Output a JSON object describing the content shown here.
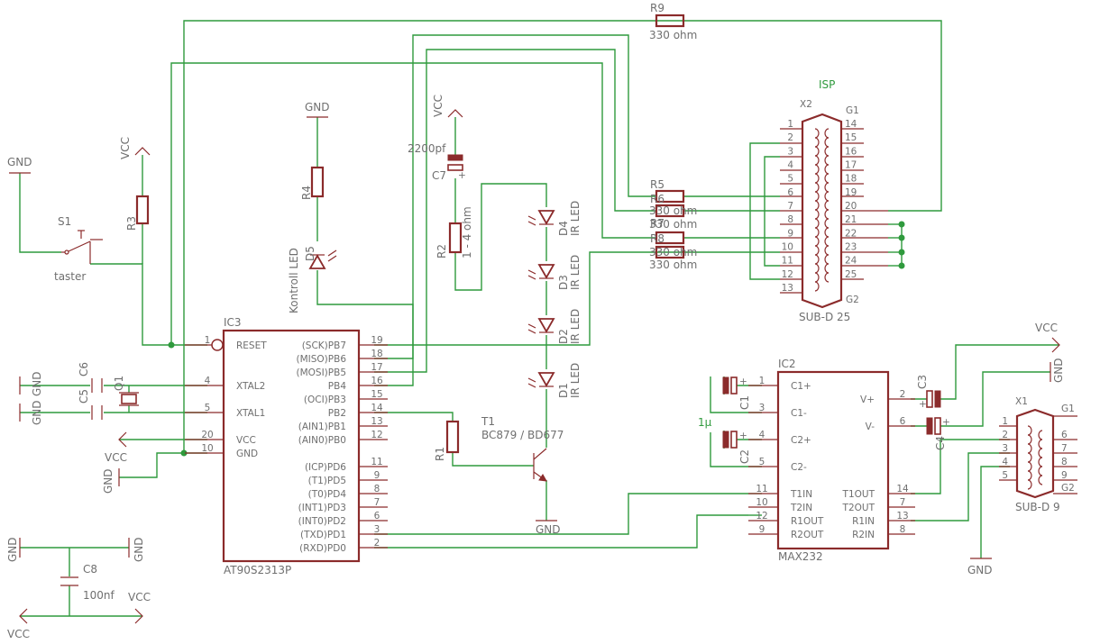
{
  "nets": {
    "gnd": "GND",
    "vcc": "VCC"
  },
  "ic3": {
    "ref": "IC3",
    "value": "AT90S2313P",
    "pins": [
      {
        "num": "1",
        "name": "RESET"
      },
      {
        "num": "4",
        "name": "XTAL2"
      },
      {
        "num": "5",
        "name": "XTAL1"
      },
      {
        "num": "20",
        "name": "VCC"
      },
      {
        "num": "10",
        "name": "GND"
      },
      {
        "num": "19",
        "name": "(SCK)PB7"
      },
      {
        "num": "18",
        "name": "(MISO)PB6"
      },
      {
        "num": "17",
        "name": "(MOSI)PB5"
      },
      {
        "num": "16",
        "name": "PB4"
      },
      {
        "num": "15",
        "name": "(OCI)PB3"
      },
      {
        "num": "14",
        "name": "PB2"
      },
      {
        "num": "13",
        "name": "(AIN1)PB1"
      },
      {
        "num": "12",
        "name": "(AIN0)PB0"
      },
      {
        "num": "11",
        "name": "(ICP)PD6"
      },
      {
        "num": "9",
        "name": "(T1)PD5"
      },
      {
        "num": "8",
        "name": "(T0)PD4"
      },
      {
        "num": "7",
        "name": "(INT1)PD3"
      },
      {
        "num": "6",
        "name": "(INT0)PD2"
      },
      {
        "num": "3",
        "name": "(TXD)PD1"
      },
      {
        "num": "2",
        "name": "(RXD)PD0"
      }
    ]
  },
  "ic2": {
    "ref": "IC2",
    "value": "MAX232",
    "pins": [
      {
        "num": "1",
        "name": "C1+"
      },
      {
        "num": "3",
        "name": "C1-"
      },
      {
        "num": "4",
        "name": "C2+"
      },
      {
        "num": "5",
        "name": "C2-"
      },
      {
        "num": "11",
        "name": "T1IN"
      },
      {
        "num": "10",
        "name": "T2IN"
      },
      {
        "num": "12",
        "name": "R1OUT"
      },
      {
        "num": "9",
        "name": "R2OUT"
      },
      {
        "num": "2",
        "name": "V+"
      },
      {
        "num": "6",
        "name": "V-"
      },
      {
        "num": "14",
        "name": "T1OUT"
      },
      {
        "num": "7",
        "name": "T2OUT"
      },
      {
        "num": "13",
        "name": "R1IN"
      },
      {
        "num": "8",
        "name": "R2IN"
      }
    ]
  },
  "x2": {
    "ref": "X2",
    "value": "SUB-D 25",
    "title": "ISP",
    "shell_top": "G1",
    "shell_bottom": "G2",
    "left_pins": [
      "1",
      "2",
      "3",
      "4",
      "5",
      "6",
      "7",
      "8",
      "9",
      "10",
      "11",
      "12",
      "13"
    ],
    "right_pins": [
      "14",
      "15",
      "16",
      "17",
      "18",
      "19",
      "20",
      "21",
      "22",
      "23",
      "24",
      "25"
    ]
  },
  "x1": {
    "ref": "X1",
    "value": "SUB-D 9",
    "shell_top": "G1",
    "shell_bottom": "G2",
    "left_pins": [
      "1",
      "2",
      "3",
      "4",
      "5"
    ],
    "right_pins": [
      "6",
      "7",
      "8",
      "9"
    ]
  },
  "parts": {
    "r9": {
      "ref": "R9",
      "value": "330 ohm"
    },
    "r5": {
      "ref": "R5"
    },
    "r6": {
      "ref": "R6",
      "value": "330 ohm"
    },
    "r7": {
      "ref": "R7",
      "value": "330 ohm"
    },
    "r8": {
      "ref": "R8",
      "value": "330 ohm"
    },
    "r8b": {
      "value": "330 ohm"
    },
    "r1": {
      "ref": "R1"
    },
    "r2": {
      "ref": "R2",
      "value": "1 - 4 ohm"
    },
    "r3": {
      "ref": "R3"
    },
    "r4": {
      "ref": "R4"
    },
    "c7": {
      "ref": "C7",
      "value": "2200pf"
    },
    "c6": {
      "ref": "C6"
    },
    "c5": {
      "ref": "C5"
    },
    "c8": {
      "ref": "C8",
      "value": "100nf"
    },
    "c1": {
      "ref": "C1"
    },
    "c2": {
      "ref": "C2",
      "value": "1µ"
    },
    "c3": {
      "ref": "C3"
    },
    "c4": {
      "ref": "C4"
    },
    "q1": {
      "ref": "Q1"
    },
    "s1": {
      "ref": "S1",
      "value": "taster"
    },
    "t1": {
      "ref": "T1",
      "value": "BC879 / BD677"
    },
    "d5": {
      "ref": "D5",
      "value": "Kontroll LED"
    },
    "d4": {
      "ref": "D4",
      "value": "IR LED"
    },
    "d3": {
      "ref": "D3",
      "value": "IR LED"
    },
    "d2": {
      "ref": "D2",
      "value": "IR LED"
    },
    "d1": {
      "ref": "D1",
      "value": "IR LED"
    }
  }
}
